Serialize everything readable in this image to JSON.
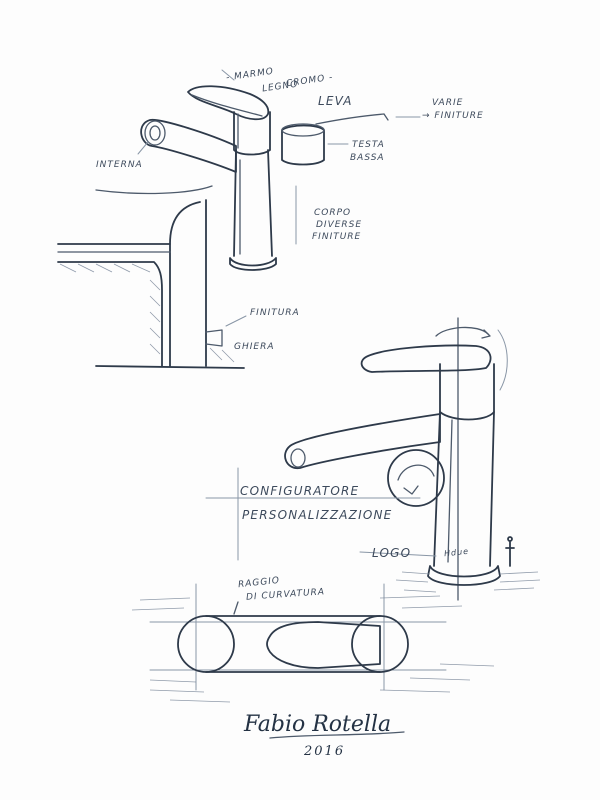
{
  "sketch": {
    "labels": {
      "marmo": "- MARMO",
      "legno": "LEGNO",
      "cromo": "CROMO -",
      "leva": "LEVA",
      "varie": "VARIE",
      "finiture_top": "→ FINITURE",
      "testa": "TESTA",
      "bassa": "BASSA",
      "interna": "INTERNA",
      "corpo": "CORPO",
      "diverse": "DIVERSE",
      "finiture": "FINITURE",
      "finitura": "FINITURA",
      "ghiera": "GHIERA",
      "configuratore": "CONFIGURATORE",
      "personalizzazione": "PERSONALIZZAZIONE",
      "logo": "LOGO",
      "logo_mark": "Hdue",
      "raggio": "RAGGIO",
      "di_curvatura": "DI CURVATURA"
    },
    "signature": {
      "name": "Fabio Rotella",
      "year": "2016"
    },
    "colors": {
      "ink": "#4d5a6b",
      "paper": "#fdfdfd"
    }
  }
}
